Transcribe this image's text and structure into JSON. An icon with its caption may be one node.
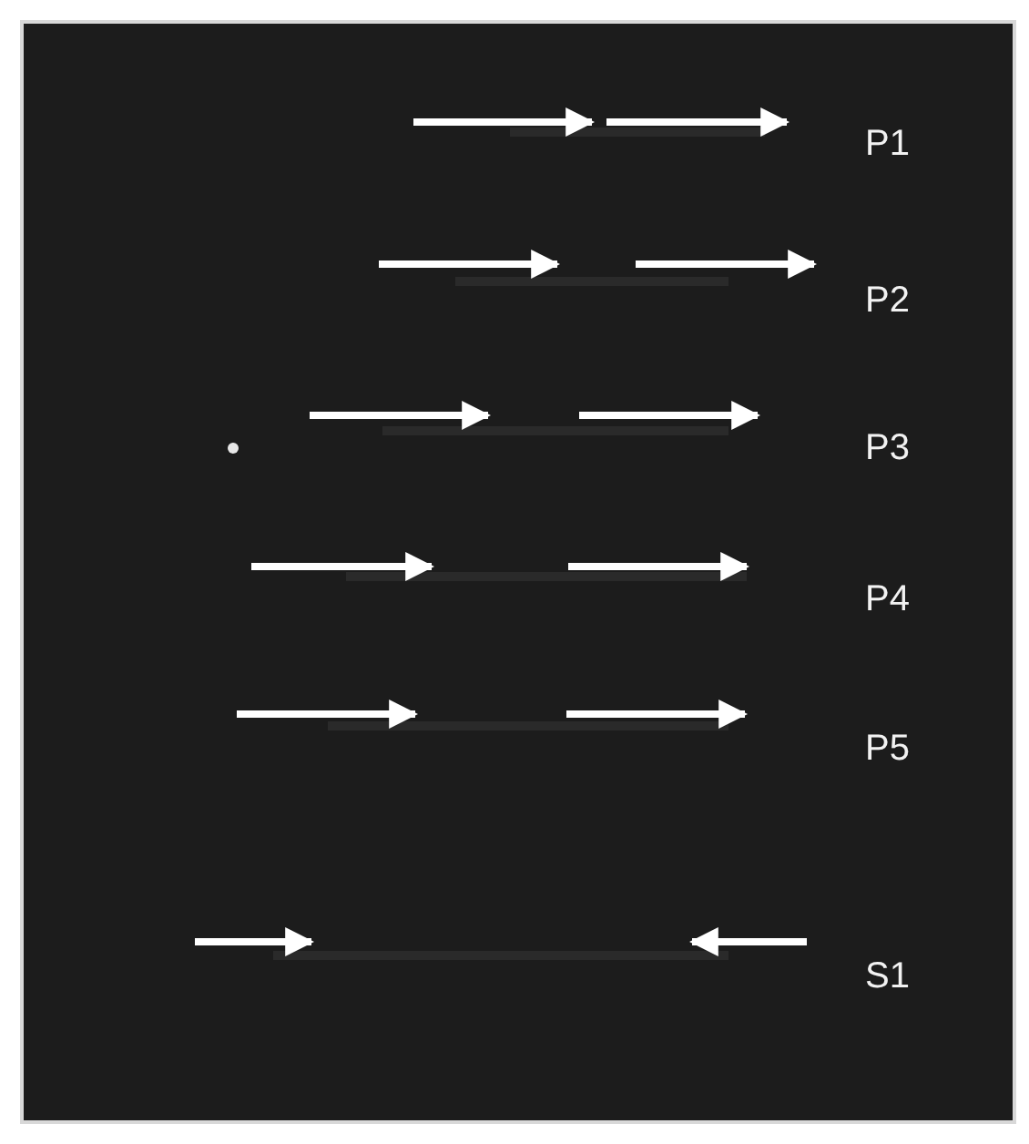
{
  "diagram": {
    "labels": [
      "P1",
      "P2",
      "P3",
      "P4",
      "P5",
      "S1"
    ]
  }
}
